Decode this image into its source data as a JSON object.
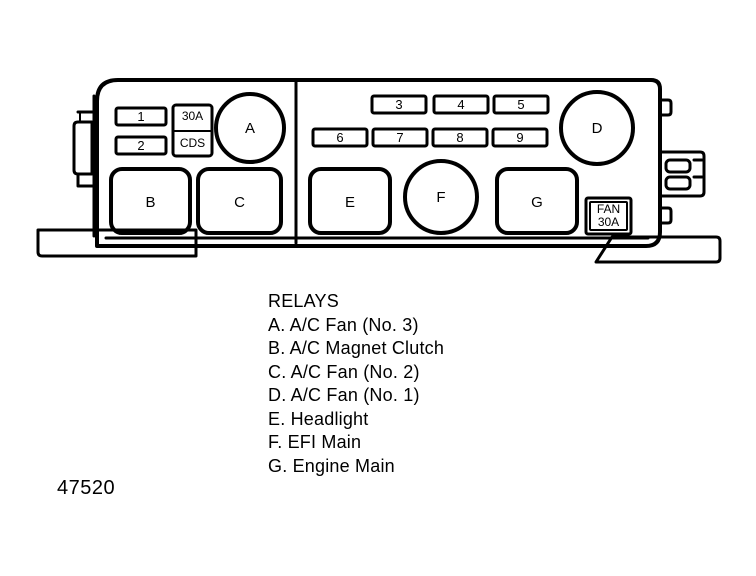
{
  "diagram": {
    "part_number": "47520",
    "legend_title": "RELAYS",
    "legend_items": [
      "A. A/C Fan (No. 3)",
      "B. A/C Magnet Clutch",
      "C. A/C Fan (No. 2)",
      "D. A/C Fan (No. 1)",
      "E. Headlight",
      "F. EFI Main",
      "G. Engine Main"
    ],
    "fuse_slots_left": [
      {
        "id": "fuse-1",
        "label": "1"
      },
      {
        "id": "fuse-2",
        "label": "2"
      }
    ],
    "fuse_slots_right_top": [
      {
        "id": "fuse-3",
        "label": "3"
      },
      {
        "id": "fuse-4",
        "label": "4"
      },
      {
        "id": "fuse-5",
        "label": "5"
      }
    ],
    "fuse_slots_right_bottom": [
      {
        "id": "fuse-6",
        "label": "6"
      },
      {
        "id": "fuse-7",
        "label": "7"
      },
      {
        "id": "fuse-8",
        "label": "8"
      },
      {
        "id": "fuse-9",
        "label": "9"
      }
    ],
    "cds_block": {
      "amp_label": "30A",
      "name_label": "CDS"
    },
    "fan_block": {
      "name_label": "FAN",
      "amp_label": "30A"
    },
    "relay_circles": [
      {
        "id": "relay-a",
        "label": "A"
      },
      {
        "id": "relay-d",
        "label": "D"
      },
      {
        "id": "relay-f",
        "label": "F"
      }
    ],
    "relay_rects": [
      {
        "id": "relay-b",
        "label": "B"
      },
      {
        "id": "relay-c",
        "label": "C"
      },
      {
        "id": "relay-e",
        "label": "E"
      },
      {
        "id": "relay-g",
        "label": "G"
      }
    ],
    "colors": {
      "line": "#000000",
      "background": "#ffffff"
    }
  }
}
